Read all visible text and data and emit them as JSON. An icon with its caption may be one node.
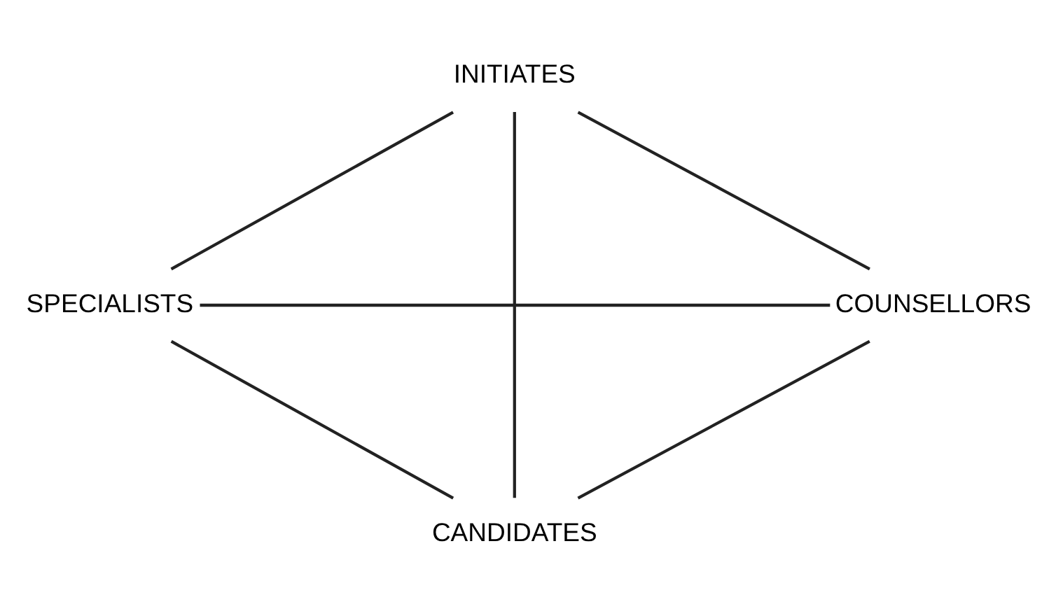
{
  "diagram": {
    "nodes": [
      {
        "text": [
          "INITIATES"
        ]
      },
      {
        "text": [
          "SPECIALISTS"
        ]
      },
      {
        "text": [
          "COUNSELLORS"
        ]
      },
      {
        "text": [
          "CANDIDATES"
        ]
      }
    ],
    "edges": [
      {
        "from": 0,
        "to": 1,
        "arrow": "none"
      },
      {
        "from": 0,
        "to": 2,
        "arrow": "none"
      },
      {
        "from": 1,
        "to": 3,
        "arrow": "none"
      },
      {
        "from": 2,
        "to": 3,
        "arrow": "none"
      },
      {
        "from": 0,
        "to": 3,
        "arrow": "none"
      },
      {
        "from": 1,
        "to": 2,
        "arrow": "none"
      }
    ]
  }
}
